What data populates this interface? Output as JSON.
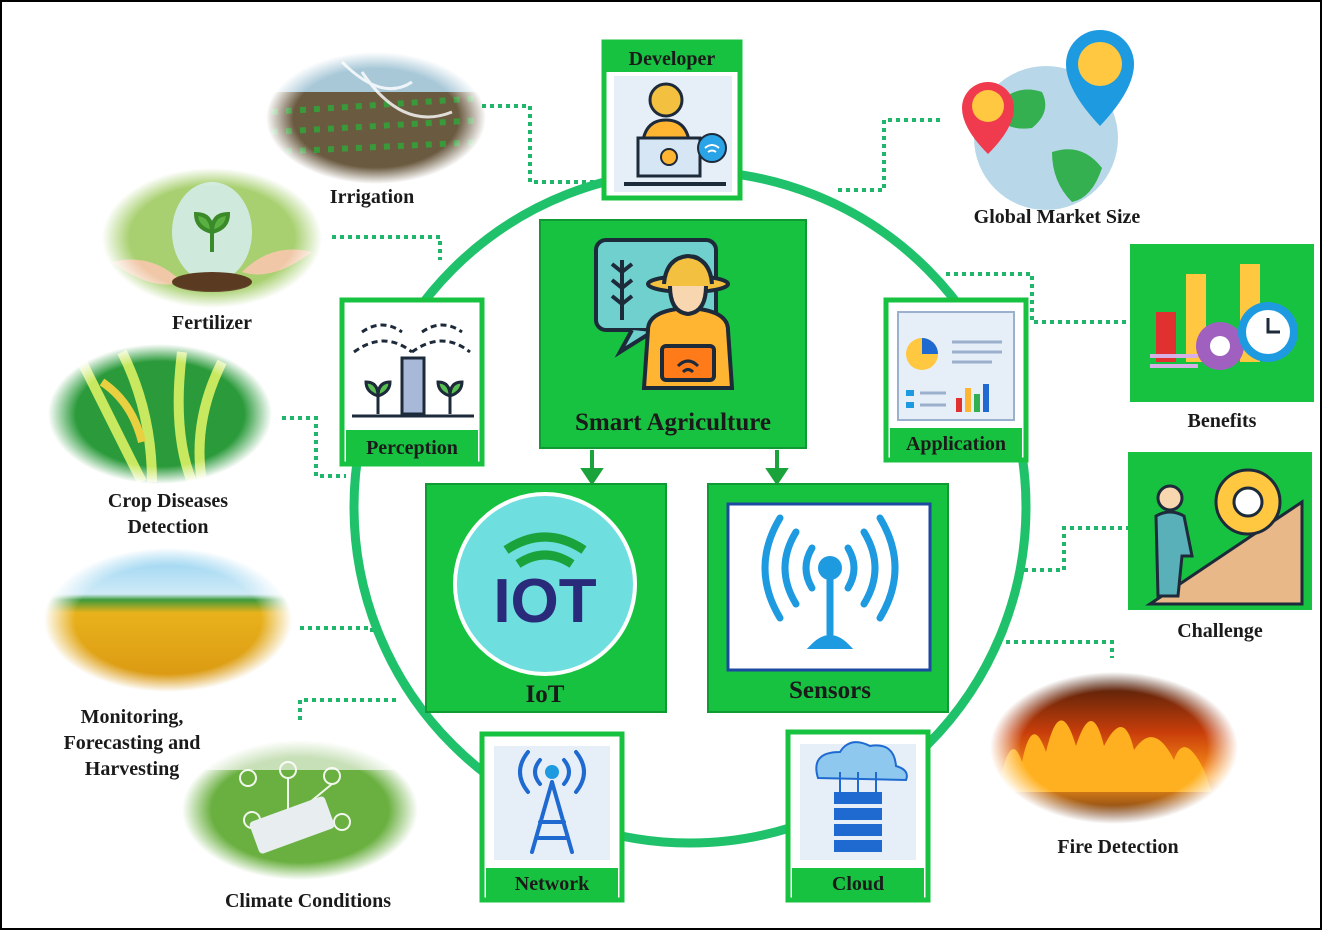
{
  "center": {
    "title": "Smart Agriculture"
  },
  "core": {
    "iot": {
      "label": "IoT",
      "logo_text": "IOT"
    },
    "sensors": {
      "label": "Sensors"
    }
  },
  "ring_nodes": {
    "developer": "Developer",
    "perception": "Perception",
    "application": "Application",
    "network": "Network",
    "cloud": "Cloud"
  },
  "outer_items": {
    "irrigation": "Irrigation",
    "fertilizer": "Fertilizer",
    "crop_diseases_1": "Crop Diseases",
    "crop_diseases_2": "Detection",
    "monitoring_1": "Monitoring,",
    "monitoring_2": "Forecasting and",
    "monitoring_3": "Harvesting",
    "climate": "Climate Conditions",
    "global_market": "Global Market Size",
    "benefits": "Benefits",
    "challenge": "Challenge",
    "fire": "Fire Detection"
  },
  "colors": {
    "ring": "#1fc26a",
    "green_box": "#18c241",
    "connector": "#1fb56a",
    "tab_bg": "#ffffff",
    "blue_icon": "#1e9ae0"
  }
}
